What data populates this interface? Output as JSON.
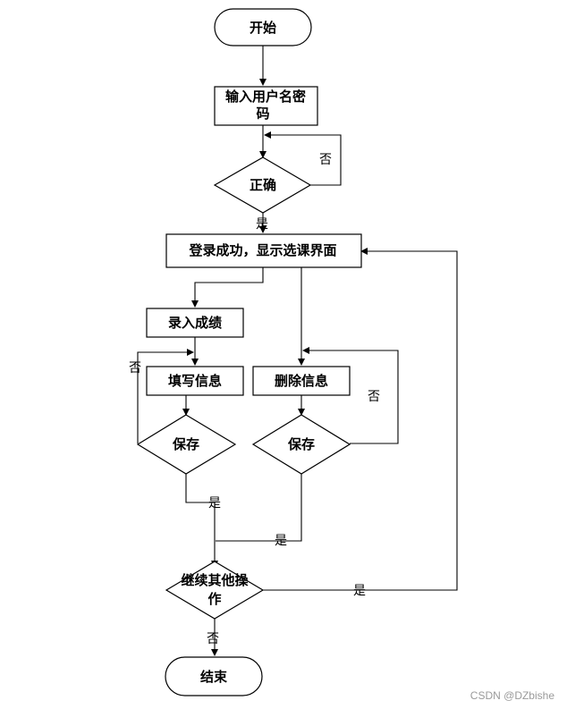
{
  "nodes": {
    "start": "开始",
    "input_line1": "输入用户名密",
    "input_line2": "码",
    "correct": "正确",
    "login": "登录成功，显示选课界面",
    "enter_grade": "录入成绩",
    "fill_info": "填写信息",
    "delete_info": "删除信息",
    "save_left": "保存",
    "save_right": "保存",
    "continue_line1": "继续其他操",
    "continue_line2": "作",
    "end": "结束"
  },
  "labels": {
    "no_correct": "否",
    "yes_correct": "是",
    "no_save_left": "否",
    "no_save_right": "否",
    "yes_save_left": "是",
    "yes_save_right": "是",
    "yes_continue": "是",
    "no_continue": "否"
  },
  "watermark": "CSDN @DZbishe"
}
